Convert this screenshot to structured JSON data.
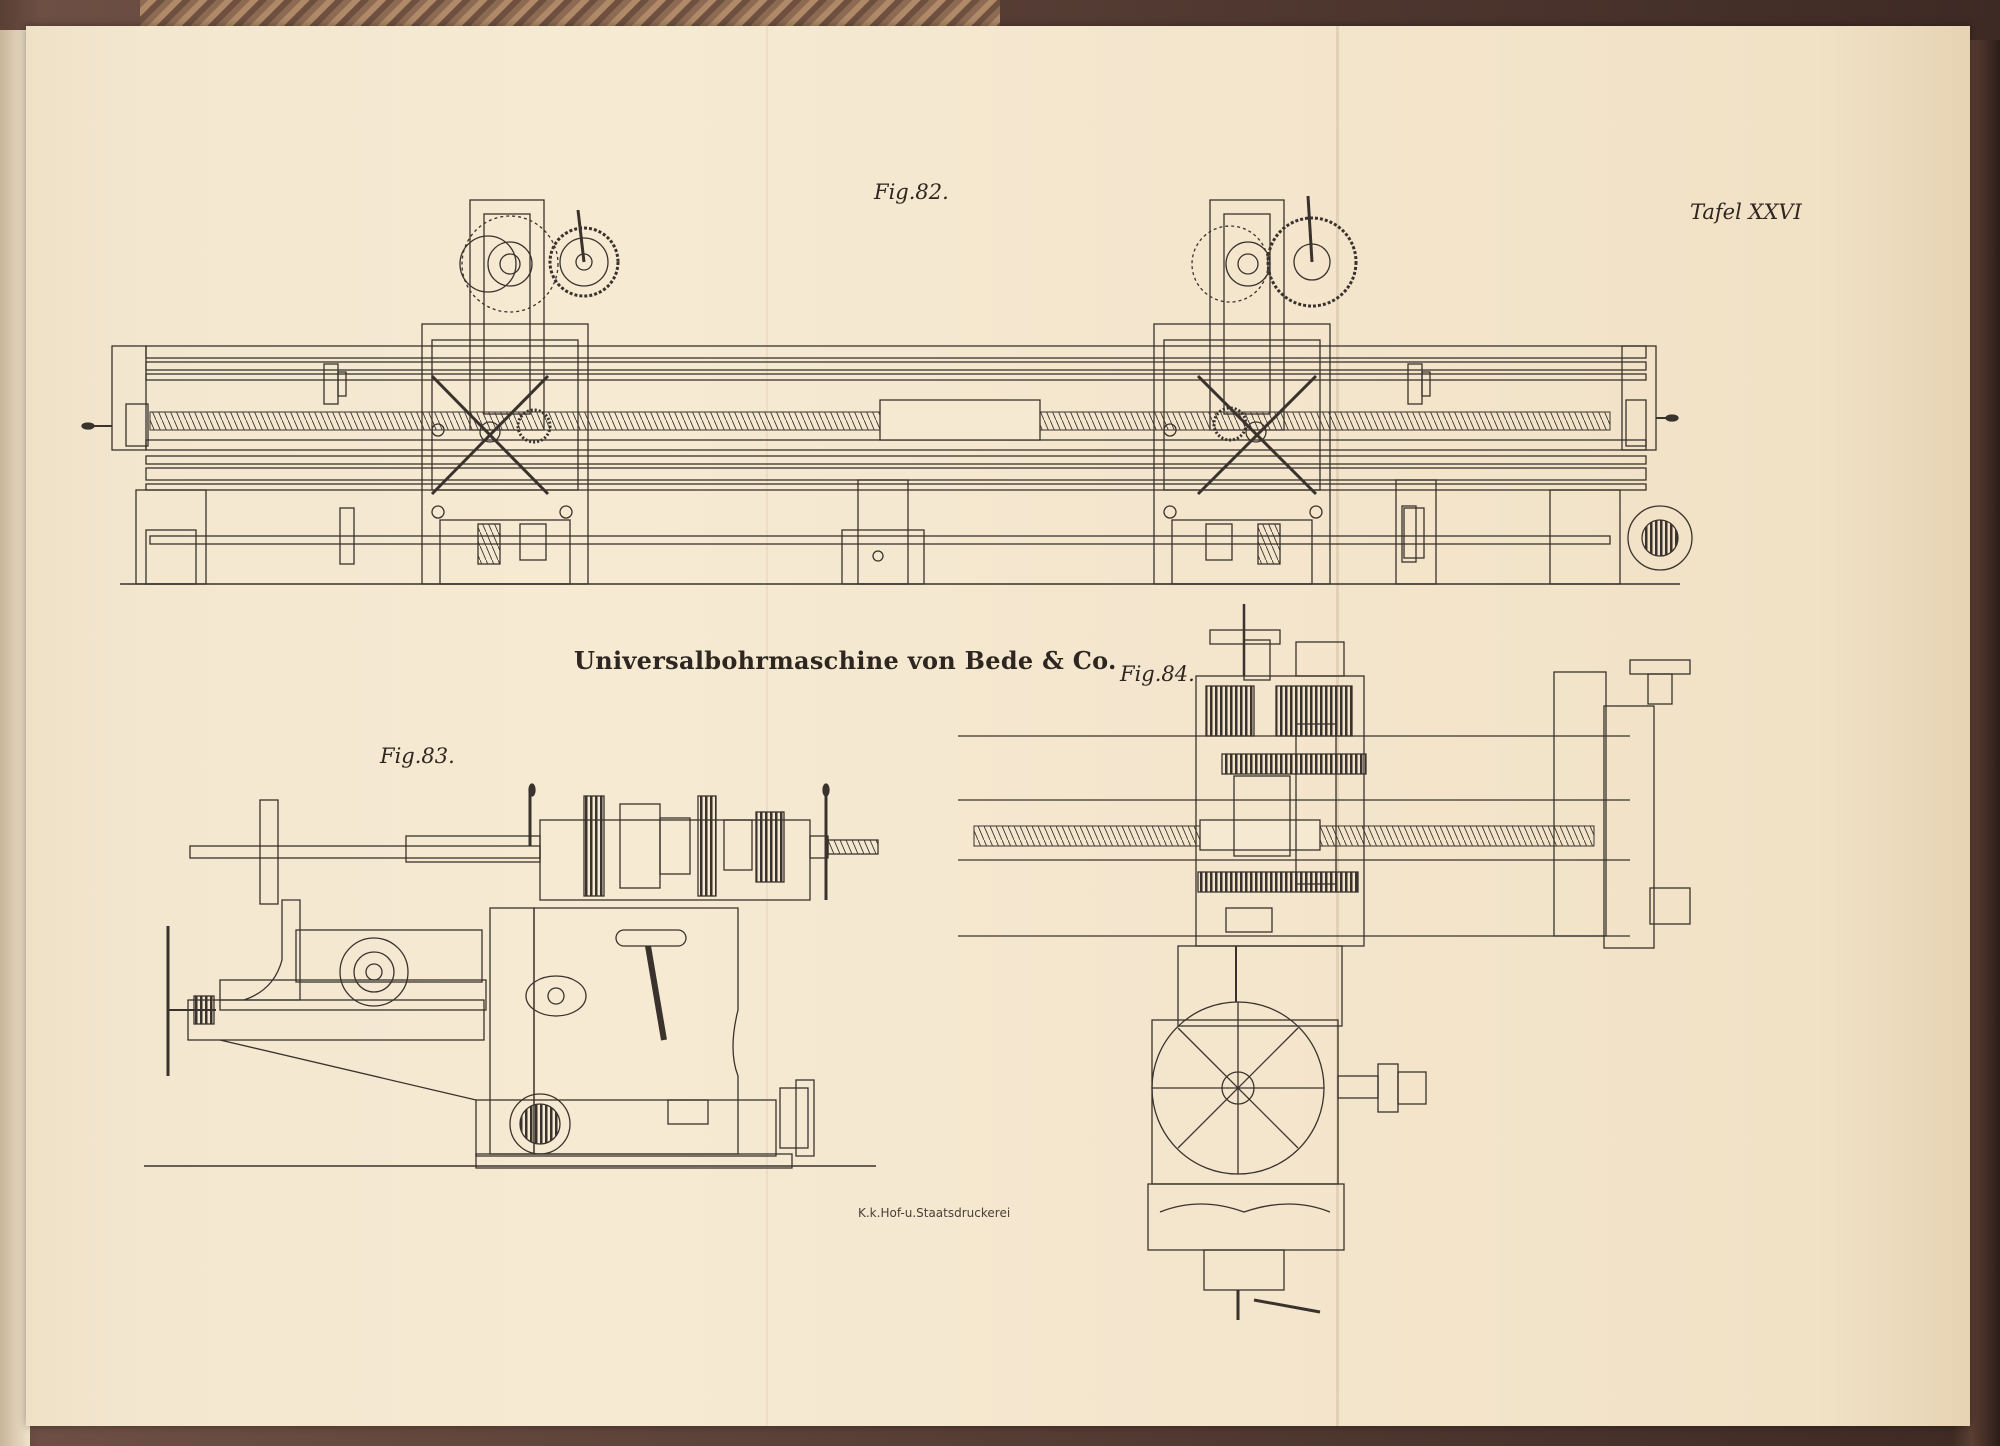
{
  "plate": {
    "number_label": "Tafel XXVI",
    "title": "Universalbohrmaschine von Bede & Co.",
    "printer": "K.k.Hof-u.Staatsdruckerei"
  },
  "figures": [
    {
      "id": "fig82",
      "label": "Fig.82."
    },
    {
      "id": "fig83",
      "label": "Fig.83."
    },
    {
      "id": "fig84",
      "label": "Fig.84."
    }
  ],
  "colors": {
    "ink": "#3a322c",
    "paper": "#f5e9d2"
  }
}
